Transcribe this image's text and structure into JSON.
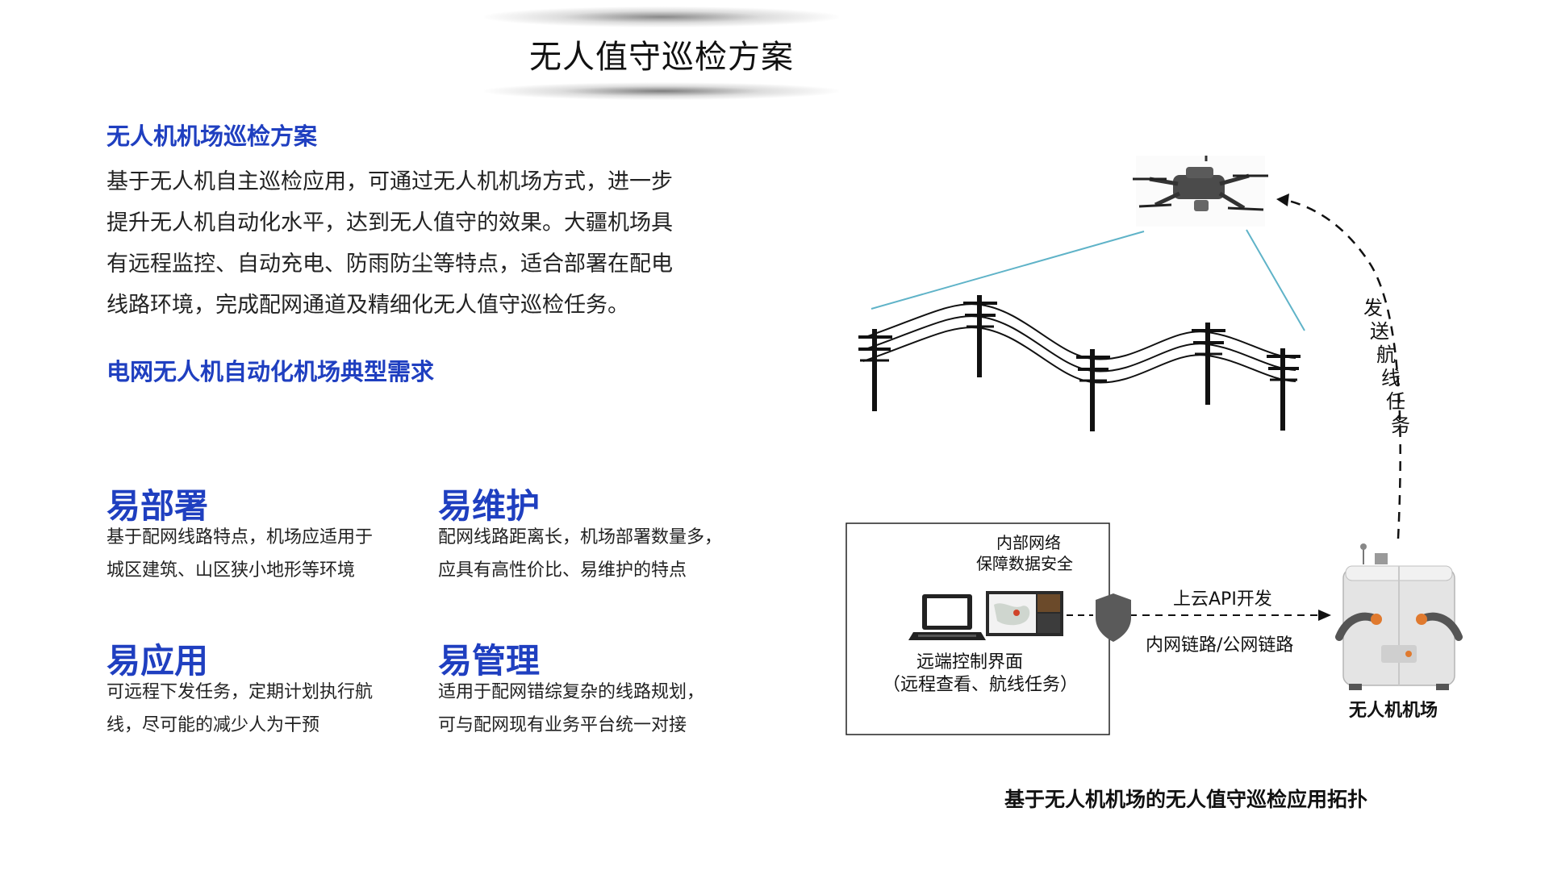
{
  "title": "无人值守巡检方案",
  "left": {
    "heading1": "无人机机场巡检方案",
    "paragraph_lines": [
      "基于无人机自主巡检应用，可通过无人机机场方式，进一步",
      "提升无人机自动化水平，达到无人值守的效果。大疆机场具",
      "有远程监控、自动充电、防雨防尘等特点，适合部署在配电",
      "线路环境，完成配网通道及精细化无人值守巡检任务。"
    ],
    "heading2": "电网无人机自动化机场典型需求",
    "features": [
      {
        "title": "易部署",
        "desc_lines": [
          "基于配网线路特点，机场应适用于",
          "城区建筑、山区狭小地形等环境"
        ]
      },
      {
        "title": "易维护",
        "desc_lines": [
          "配网线路距离长，机场部署数量多，",
          "应具有高性价比、易维护的特点"
        ]
      },
      {
        "title": "易应用",
        "desc_lines": [
          "可远程下发任务，定期计划执行航",
          "线，尽可能的减少人为干预"
        ]
      },
      {
        "title": "易管理",
        "desc_lines": [
          "适用于配网错综复杂的线路规划，",
          "可与配网现有业务平台统一对接"
        ]
      }
    ]
  },
  "diagram": {
    "send_route_chars": [
      "发",
      "送",
      "航",
      "线",
      "任",
      "务"
    ],
    "network_label_lines": [
      "内部网络",
      "保障数据安全"
    ],
    "control_label_lines": [
      "远端控制界面",
      "（远程查看、航线任务）"
    ],
    "api_label": "上云API开发",
    "link_label": "内网链路/公网链路",
    "dock_label": "无人机机场",
    "caption": "基于无人机机场的无人值守巡检应用拓扑"
  },
  "colors": {
    "accent": "#1f3fc0",
    "beam": "#5fb3c8"
  }
}
